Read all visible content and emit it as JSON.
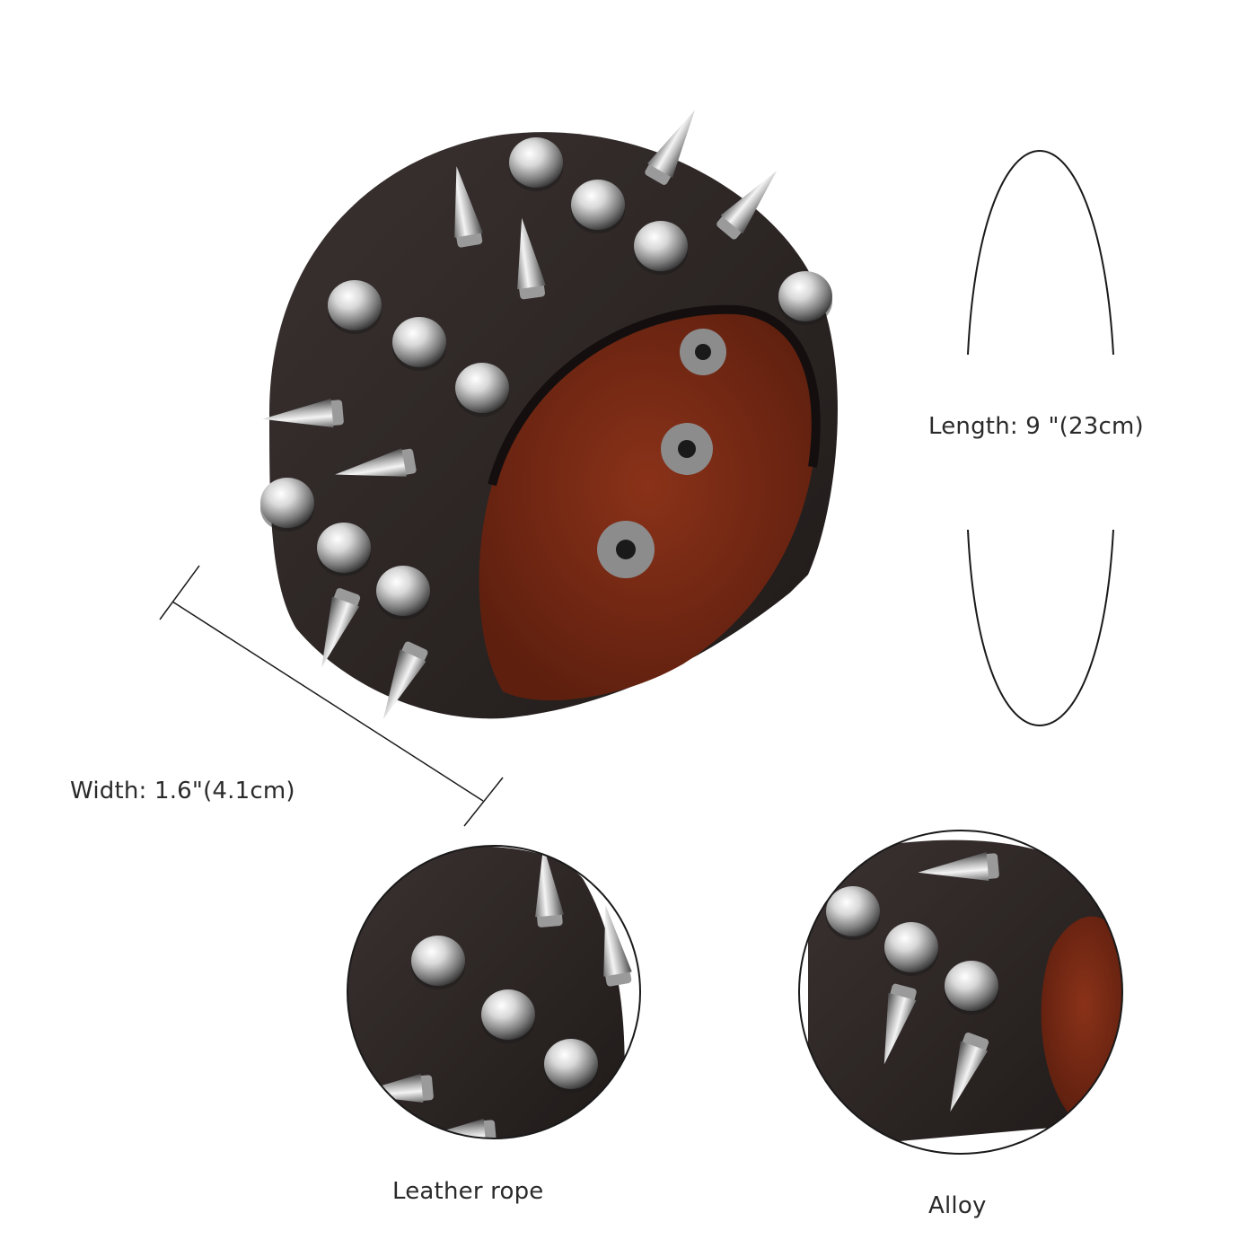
{
  "labels": {
    "width": "Width: 1.6\"(4.1cm)",
    "length": "Length: 9 \"(23cm)",
    "leather": "Leather rope",
    "alloy": "Alloy"
  },
  "colors": {
    "background": "#ffffff",
    "leather": "#2b2524",
    "suede": "#7a2a16",
    "metal": "#c9c9c9",
    "line": "#1a1a1a",
    "text": "#2a2a2a"
  }
}
